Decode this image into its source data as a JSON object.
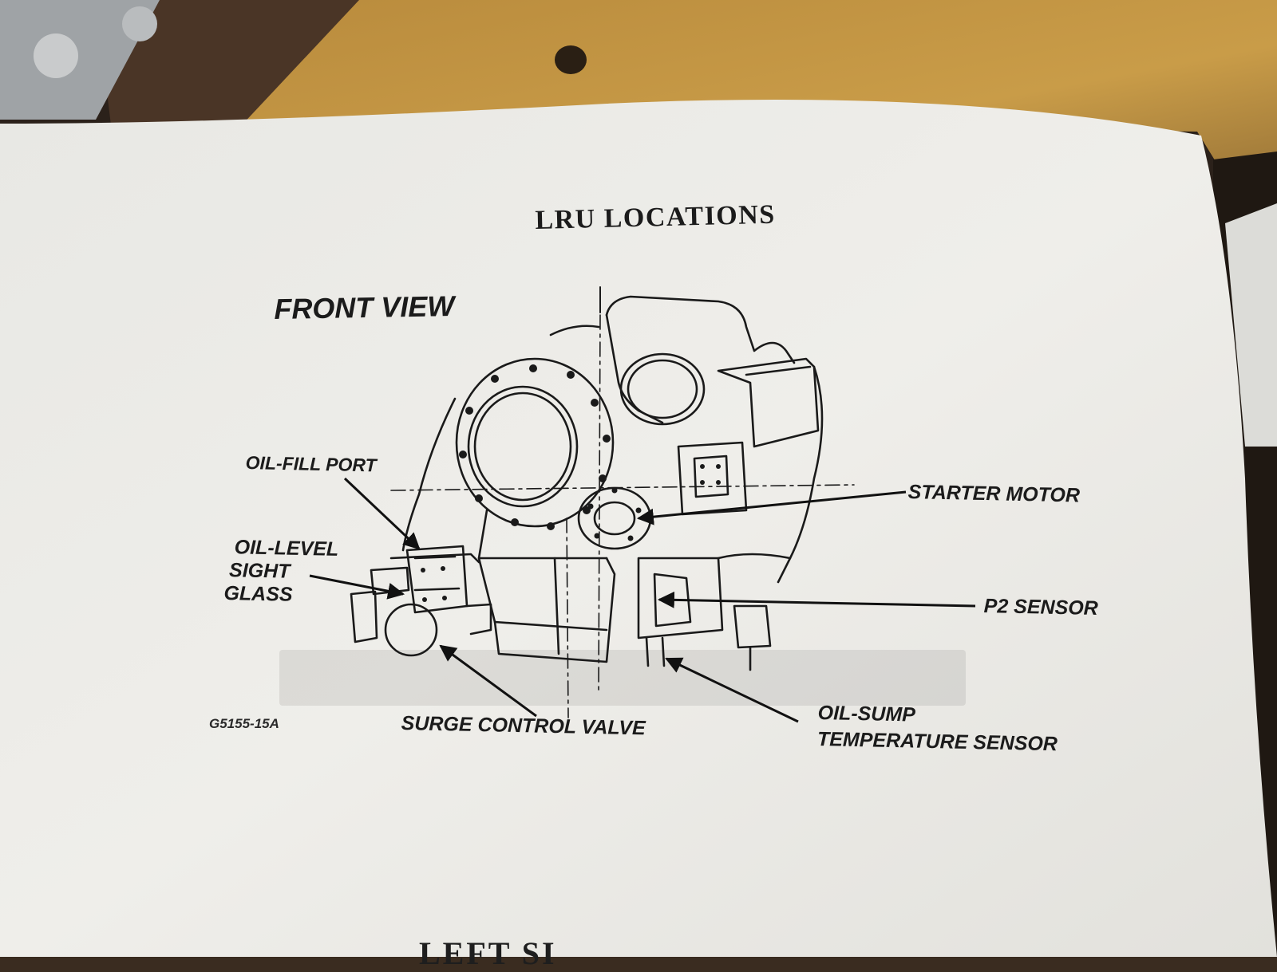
{
  "document": {
    "title": "LRU LOCATIONS",
    "view_heading": "FRONT VIEW",
    "figure_id": "G5155-15A",
    "next_heading_partial": "LEFT SI"
  },
  "callouts": {
    "oil_fill_port": "OIL-FILL PORT",
    "oil_level_sight_glass": [
      "OIL-LEVEL",
      "SIGHT",
      "GLASS"
    ],
    "starter_motor": "STARTER MOTOR",
    "p2_sensor": "P2 SENSOR",
    "surge_control_valve": "SURGE CONTROL VALVE",
    "oil_sump_temperature_sensor": [
      "OIL-SUMP",
      "TEMPERATURE SENSOR"
    ]
  },
  "colors": {
    "paper": "#ecebe6",
    "ink": "#1b1b1b",
    "desk": "#c79a45",
    "desk_dark": "#4a3526"
  }
}
